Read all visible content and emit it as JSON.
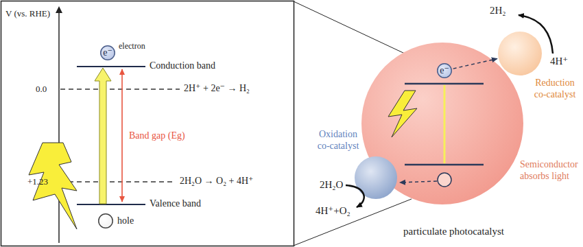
{
  "diagram": {
    "nodes": [
      {
        "text": [
          "e⁻",
          "electron"
        ]
      },
      {
        "text": [
          "hole"
        ]
      },
      {
        "text": [
          "Semiconductor absorbs light"
        ]
      },
      {
        "text": [
          "e⁻"
        ],
        "in": 2
      },
      {
        "text": [
          "Reduction co-catalyst"
        ]
      },
      {
        "text": [
          "Oxidation co-catalyst"
        ]
      }
    ],
    "edges": [
      {
        "from": 3,
        "to": 4,
        "arrow": "to"
      }
    ],
    "labels": [
      "V (vs. RHE)",
      "0.0",
      "+1.23",
      "Conduction band",
      "2H⁺ + 2e⁻ → H₂",
      "Band gap (Eg)",
      "2H₂O → O₂ + 4H⁺",
      "Valence band",
      "2H₂",
      "4H⁺",
      "2H₂O",
      "4H⁺+O₂",
      "particulate photocatalyst"
    ]
  }
}
